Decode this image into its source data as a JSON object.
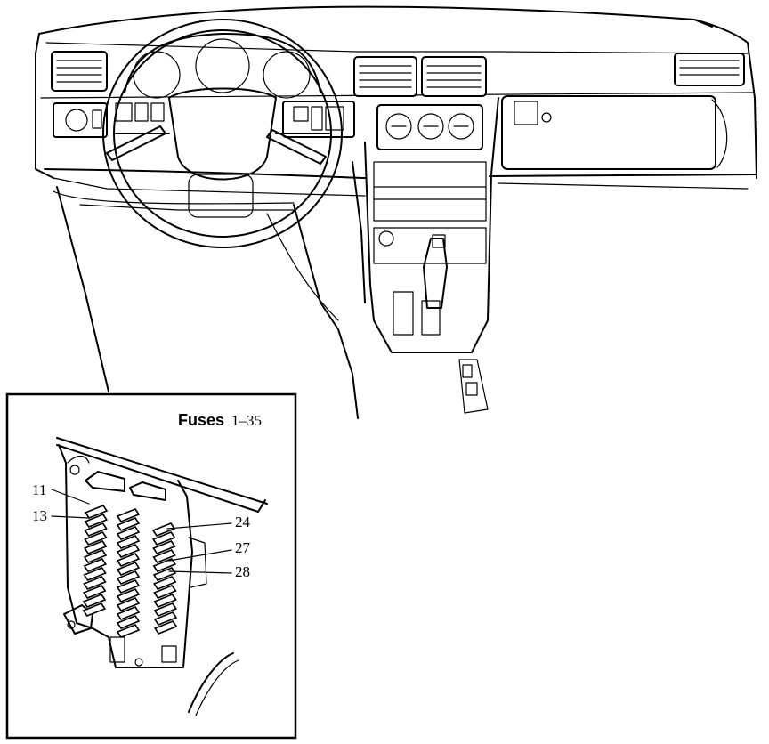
{
  "inset": {
    "title_bold": "Fuses",
    "title_range": "1–35"
  },
  "callouts": [
    {
      "id": "c11",
      "label": "11"
    },
    {
      "id": "c13",
      "label": "13"
    },
    {
      "id": "c24",
      "label": "24"
    },
    {
      "id": "c27",
      "label": "27"
    },
    {
      "id": "c28",
      "label": "28"
    }
  ]
}
